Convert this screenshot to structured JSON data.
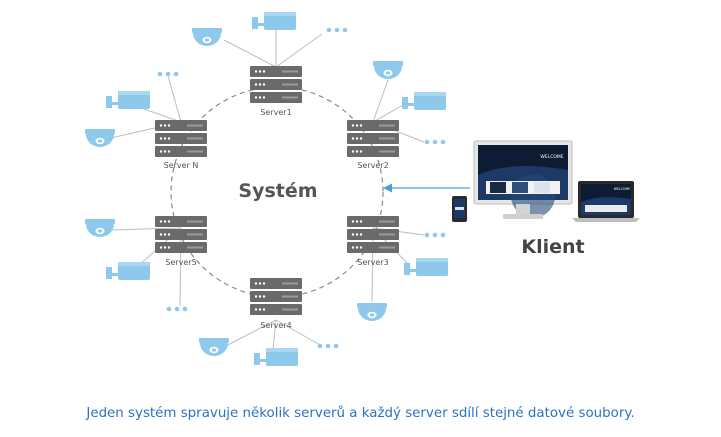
{
  "system_label": "Systém",
  "client_label": "Klient",
  "caption": "Jeden systém spravuje několik serverů a každý server sdílí stejné datové soubory.",
  "monitor_screen_title": "WELCOME",
  "laptop_screen_title": "WELCOME",
  "servers": [
    {
      "id": "server1",
      "label": "Server1"
    },
    {
      "id": "server2",
      "label": "Server2"
    },
    {
      "id": "server3",
      "label": "Server3"
    },
    {
      "id": "server4",
      "label": "Server4"
    },
    {
      "id": "server5",
      "label": "Server5"
    },
    {
      "id": "serverN",
      "label": "Server N"
    }
  ],
  "colors": {
    "device_blue": "#8ec9ec",
    "server_gray": "#6a6a6a",
    "ring_gray": "#8a8a8a",
    "arrow_blue": "#4a9ed6",
    "caption_blue": "#2a73c4"
  },
  "device_icons": [
    "dome-camera-icon",
    "bullet-camera-icon",
    "more-dots-icon"
  ]
}
